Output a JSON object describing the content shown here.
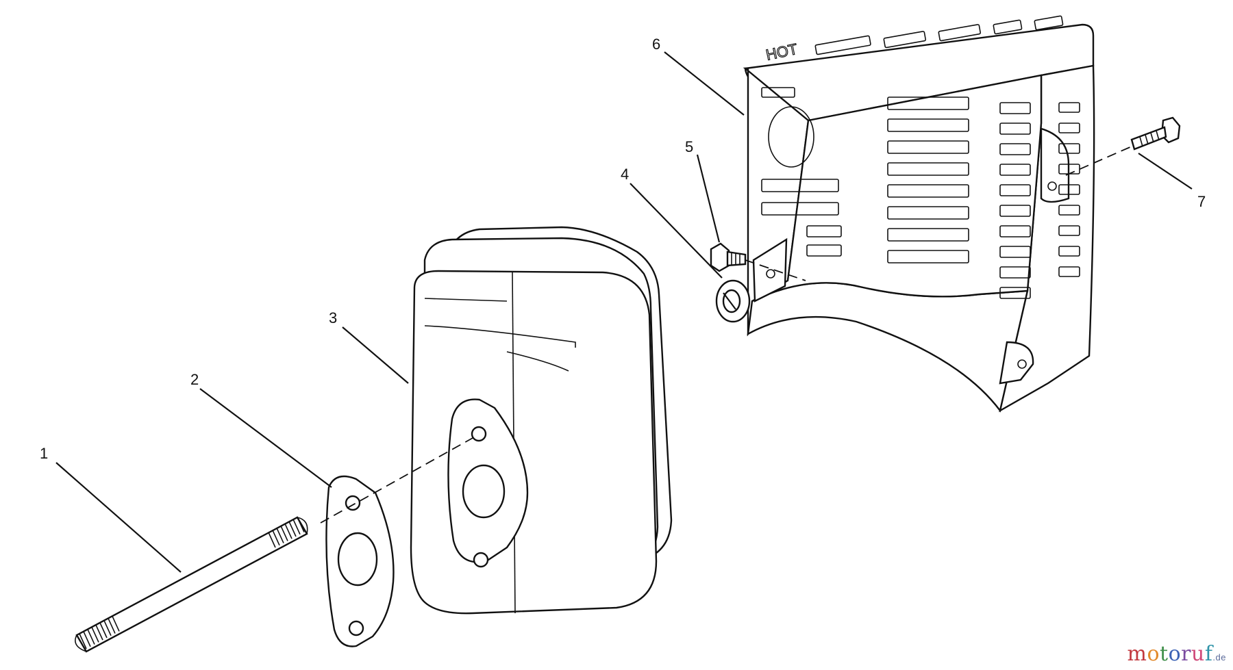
{
  "callouts": [
    {
      "id": "1",
      "text": "1"
    },
    {
      "id": "2",
      "text": "2"
    },
    {
      "id": "3",
      "text": "3"
    },
    {
      "id": "4",
      "text": "4"
    },
    {
      "id": "5",
      "text": "5"
    },
    {
      "id": "6",
      "text": "6"
    },
    {
      "id": "7",
      "text": "7"
    }
  ],
  "heat_shield_label": "HOT",
  "watermark": {
    "name": "motoruf",
    "tld": ".de",
    "colors": [
      "#c2393f",
      "#e28a2c",
      "#3f8f4a",
      "#3d63b5",
      "#7a4aa0",
      "#d04a7a",
      "#2f93a8"
    ]
  },
  "icons": [
    "stud-icon",
    "gasket-icon",
    "muffler-icon",
    "lock-washer-icon",
    "screw-icon",
    "heat-shield-icon",
    "screw-icon"
  ]
}
